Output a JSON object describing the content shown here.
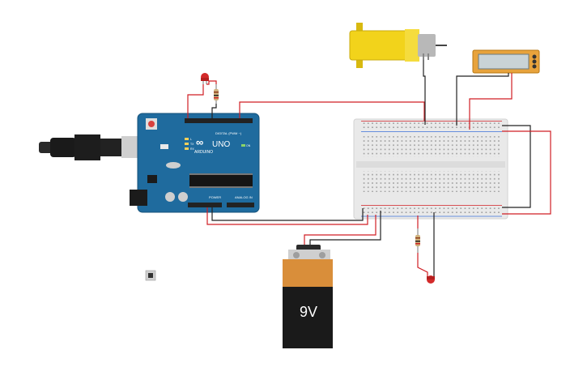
{
  "arduino": {
    "brand": "ARDUINO",
    "model": "UNO",
    "digital_label": "DIGITAL (PWM ~)",
    "power_label": "POWER",
    "analog_label": "ANALOG IN",
    "led_l": "L",
    "led_tx": "TX",
    "led_rx": "RX",
    "on_label": "ON"
  },
  "battery": {
    "label": "9V"
  },
  "colors": {
    "wire_red": "#d01e24",
    "wire_black": "#222222",
    "board_blue": "#1f6b9e",
    "motor_yellow": "#f2d31b",
    "battery_orange": "#d98e3a",
    "lcd_orange": "#e8a33c",
    "breadboard": "#e9e9e9"
  },
  "components": [
    {
      "name": "arduino-uno"
    },
    {
      "name": "usb-cable"
    },
    {
      "name": "dc-motor"
    },
    {
      "name": "lcd-display"
    },
    {
      "name": "breadboard"
    },
    {
      "name": "battery-9v"
    },
    {
      "name": "led-top"
    },
    {
      "name": "led-bottom"
    },
    {
      "name": "resistor-top"
    },
    {
      "name": "resistor-bottom"
    },
    {
      "name": "pushbutton"
    }
  ]
}
